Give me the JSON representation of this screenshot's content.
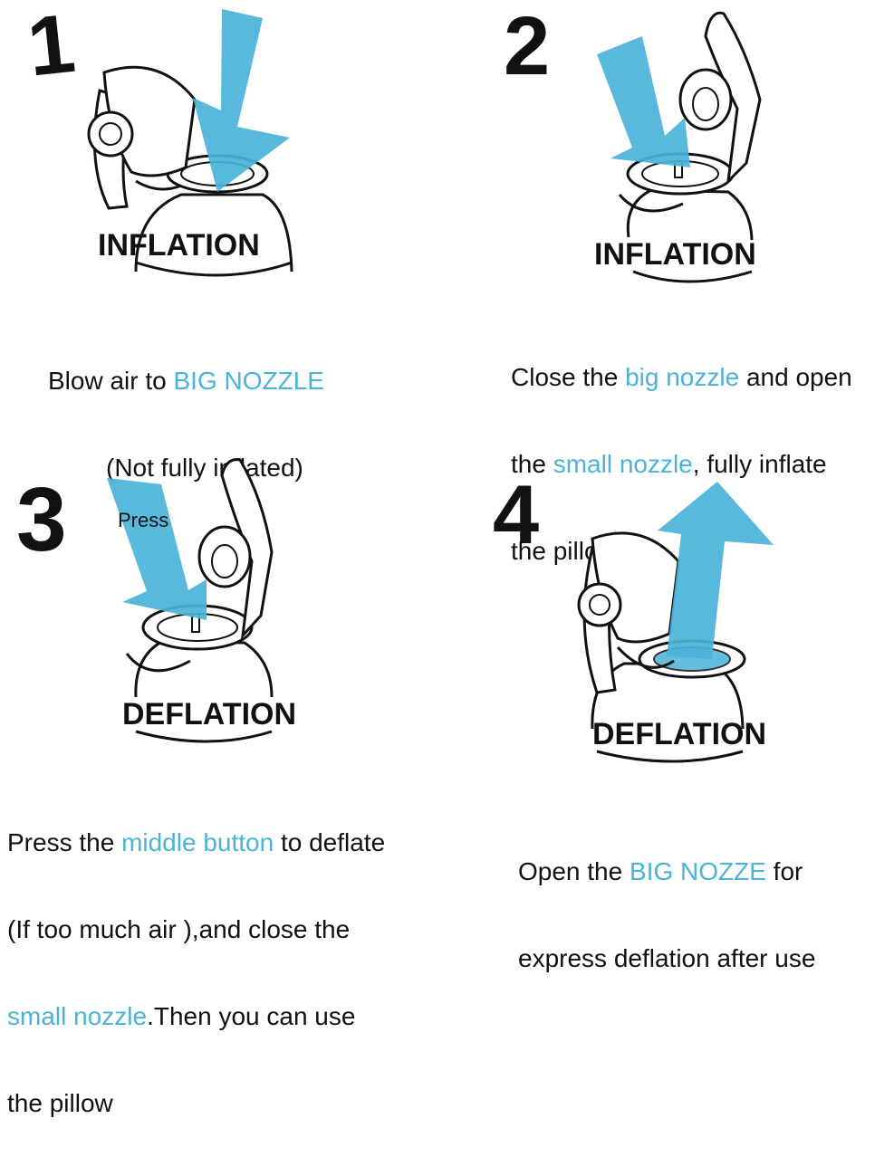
{
  "colors": {
    "accent": "#4bb3d9",
    "arrow": "#4bb3d9",
    "ink": "#111111"
  },
  "steps": [
    {
      "number": "1",
      "label": "INFLATION",
      "caption": {
        "line1_a": "Blow air to ",
        "line1_hl": "BIG NOZZLE",
        "line2": "(Not fully inflated)"
      }
    },
    {
      "number": "2",
      "label": "INFLATION",
      "caption": {
        "line1_a": "Close the ",
        "line1_hl": "big nozzle",
        "line1_b": " and open",
        "line2_a": "the ",
        "line2_hl": "small nozzle",
        "line2_b": ", fully inflate",
        "line3": "the pillow"
      }
    },
    {
      "number": "3",
      "label": "DEFLATION",
      "arrow_text": "Press",
      "caption": {
        "line1_a": "Press the ",
        "line1_hl": "middle button",
        "line1_b": " to deflate",
        "line2": "(If too much air ),and close the",
        "line3_hl": "small nozzle",
        "line3_b": ".Then you can use",
        "line4": "the pillow"
      }
    },
    {
      "number": "4",
      "label": "DEFLATION",
      "caption": {
        "line1_a": "Open the ",
        "line1_hl": "BIG NOZZE",
        "line1_b": " for",
        "line2": "express deflation after use"
      }
    }
  ]
}
